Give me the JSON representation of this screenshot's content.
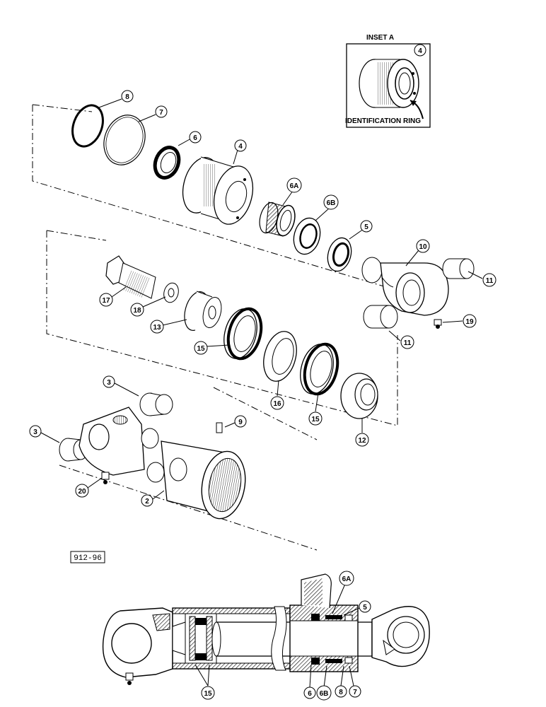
{
  "inset": {
    "title": "INSET A",
    "callout": "4",
    "label": "IDENTIFICATION RING"
  },
  "figure_number": "912-96",
  "callouts": {
    "c8_top": "8",
    "c7_top": "7",
    "c6_top": "6",
    "c4_top": "4",
    "c6a_top": "6A",
    "c6b_top": "6B",
    "c5_top": "5",
    "c10": "10",
    "c11_a": "11",
    "c11_b": "11",
    "c19": "19",
    "c17": "17",
    "c18": "18",
    "c13": "13",
    "c15_a": "15",
    "c16": "16",
    "c15_b": "15",
    "c12": "12",
    "c3_a": "3",
    "c3_b": "3",
    "c9": "9",
    "c20": "20",
    "c2": "2",
    "c6a_bot": "6A",
    "c5_bot": "5",
    "c15_bot": "15",
    "c6_bot": "6",
    "c6b_bot": "6B",
    "c8_bot": "8",
    "c7_bot": "7"
  }
}
